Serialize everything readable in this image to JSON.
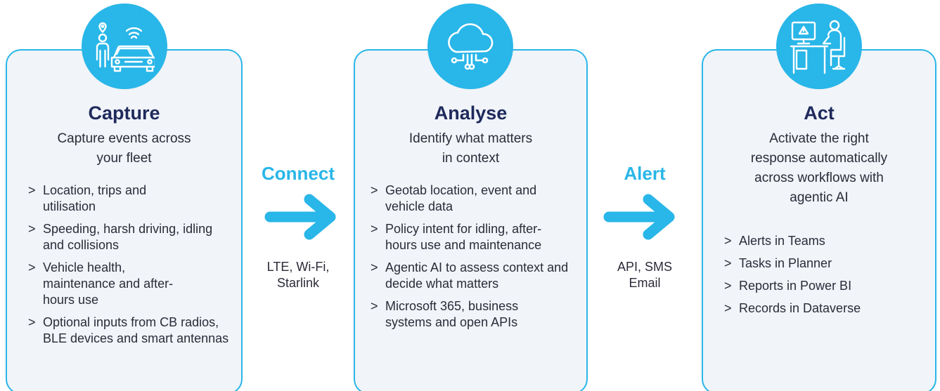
{
  "colors": {
    "accent": "#29b6e8",
    "title": "#1f2a5c",
    "card_bg": "#f1f4f8"
  },
  "capture": {
    "icon": "person-car-icon",
    "title": "Capture",
    "subtitle_l1": "Capture events across",
    "subtitle_l2": "your fleet",
    "items": [
      "Location, trips and utilisation",
      "Speeding, harsh driving, idling and collisions",
      "Vehicle health, maintenance and after-hours use",
      "Optional inputs from CB radios, BLE devices and smart antennas"
    ]
  },
  "connect": {
    "title": "Connect",
    "sub_l1": "LTE, Wi-Fi,",
    "sub_l2": "Starlink"
  },
  "analyse": {
    "icon": "cloud-network-icon",
    "title": "Analyse",
    "subtitle_l1": "Identify what matters",
    "subtitle_l2": "in context",
    "items": [
      "Geotab location, event and vehicle data",
      "Policy intent for idling, after-hours use and maintenance",
      "Agentic AI to assess context and decide what matters",
      "Microsoft 365, business systems and open APIs"
    ]
  },
  "alert": {
    "title": "Alert",
    "sub_l1": "API, SMS",
    "sub_l2": "Email"
  },
  "act": {
    "icon": "operator-workstation-icon",
    "title": "Act",
    "subtitle_l1": "Activate the right",
    "subtitle_l2": "response automatically",
    "subtitle_l3": "across workflows with",
    "subtitle_l4": "agentic AI",
    "items": [
      "Alerts in Teams",
      "Tasks in Planner",
      "Reports in Power BI",
      "Records in Dataverse"
    ]
  }
}
